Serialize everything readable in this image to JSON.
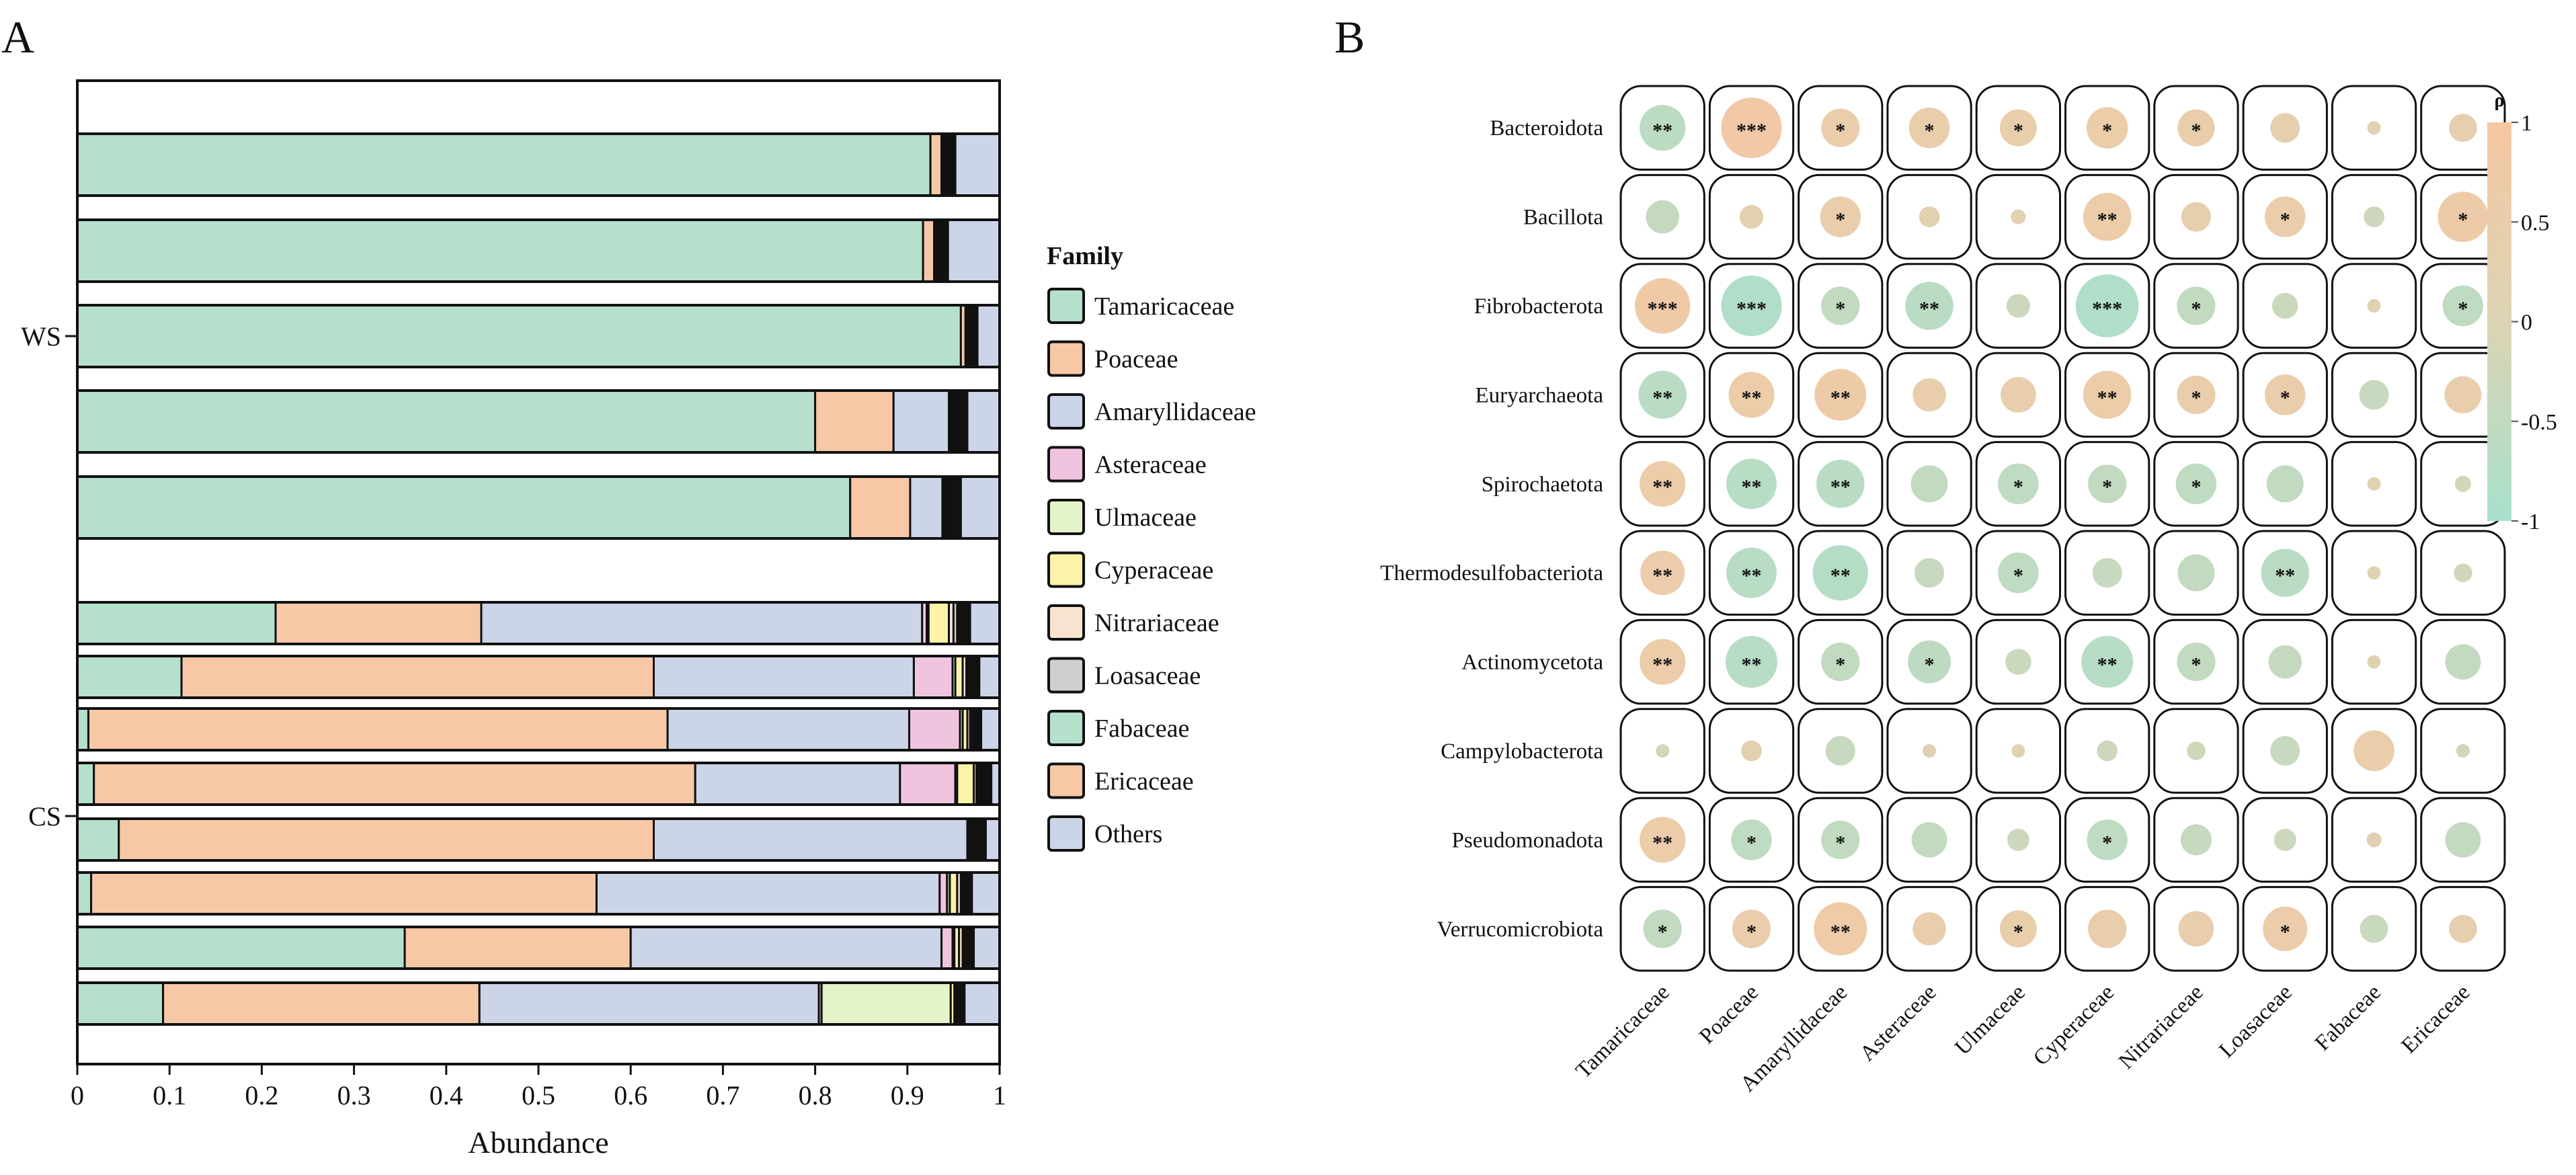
{
  "panels": {
    "a_letter": "A",
    "b_letter": "B"
  },
  "chart_data": [
    {
      "type": "bar",
      "orientation": "horizontal",
      "stacked": true,
      "title": "",
      "xlabel": "Abundance",
      "ylabel": "",
      "xlim": [
        0,
        1
      ],
      "x_ticks": [
        "0",
        "0.1",
        "0.2",
        "0.3",
        "0.4",
        "0.5",
        "0.6",
        "0.7",
        "0.8",
        "0.9",
        "1"
      ],
      "group_labels": [
        "WS",
        "CS"
      ],
      "group_sizes": [
        5,
        8
      ],
      "legend_title": "Family",
      "legend_position": "right",
      "series": [
        {
          "name": "Tamaricaceae",
          "color": "#b5e0cc",
          "values": [
            0.925,
            0.917,
            0.958,
            0.8,
            0.838,
            0.215,
            0.113,
            0.012,
            0.018,
            0.045,
            0.015,
            0.355,
            0.093
          ]
        },
        {
          "name": "Poaceae",
          "color": "#f8c8a6",
          "values": [
            0.012,
            0.012,
            0.005,
            0.085,
            0.065,
            0.223,
            0.512,
            0.628,
            0.652,
            0.58,
            0.548,
            0.245,
            0.343
          ]
        },
        {
          "name": "Amaryllidaceae",
          "color": "#ccd5e8",
          "values": [
            0.002,
            0.002,
            0.001,
            0.06,
            0.035,
            0.478,
            0.282,
            0.262,
            0.222,
            0.34,
            0.372,
            0.337,
            0.368
          ]
        },
        {
          "name": "Asteraceae",
          "color": "#f0c4df",
          "values": [
            0.001,
            0.001,
            0.001,
            0.001,
            0.001,
            0.005,
            0.042,
            0.055,
            0.06,
            0.0,
            0.008,
            0.012,
            0.003
          ]
        },
        {
          "name": "Ulmaceae",
          "color": "#e5f4c8",
          "values": [
            0.001,
            0.001,
            0.001,
            0.001,
            0.001,
            0.002,
            0.003,
            0.003,
            0.002,
            0.0,
            0.003,
            0.002,
            0.14
          ]
        },
        {
          "name": "Cyperaceae",
          "color": "#fbf3a8",
          "values": [
            0.001,
            0.001,
            0.001,
            0.001,
            0.001,
            0.022,
            0.008,
            0.005,
            0.018,
            0.0,
            0.008,
            0.005,
            0.004
          ]
        },
        {
          "name": "Nitrariaceae",
          "color": "#f7e3cf",
          "values": [
            0.002,
            0.002,
            0.001,
            0.002,
            0.002,
            0.005,
            0.004,
            0.003,
            0.003,
            0.0,
            0.004,
            0.004,
            0.002
          ]
        },
        {
          "name": "Loasaceae",
          "color": "#cfcfcf",
          "values": [
            0.001,
            0.001,
            0.001,
            0.001,
            0.001,
            0.004,
            0.002,
            0.002,
            0.002,
            0.0,
            0.002,
            0.002,
            0.001
          ]
        },
        {
          "name": "Fabaceae",
          "color": "#b5e0cc",
          "values": [
            0.001,
            0.001,
            0.001,
            0.001,
            0.001,
            0.002,
            0.002,
            0.002,
            0.002,
            0.0,
            0.002,
            0.002,
            0.001
          ]
        },
        {
          "name": "Ericaceae",
          "color": "#f8c8a6",
          "values": [
            0.001,
            0.001,
            0.001,
            0.001,
            0.001,
            0.002,
            0.002,
            0.002,
            0.002,
            0.0,
            0.002,
            0.002,
            0.001
          ]
        },
        {
          "name": "Others",
          "color": "#ccd5e8",
          "values": [
            0.053,
            0.061,
            0.029,
            0.048,
            0.054,
            0.042,
            0.03,
            0.026,
            0.019,
            0.035,
            0.036,
            0.034,
            0.044
          ]
        }
      ],
      "dark_segments": [
        0.005,
        0.005,
        0.005,
        0.012,
        0.012,
        0.01,
        0.008,
        0.006,
        0.01,
        0.02,
        0.006,
        0.006,
        0.006
      ]
    },
    {
      "type": "heatmap",
      "style": "bubble",
      "title": "",
      "rows": [
        "Bacteroidota",
        "Bacillota",
        "Fibrobacterota",
        "Euryarchaeota",
        "Spirochaetota",
        "Thermodesulfobacteriota",
        "Actinomycetota",
        "Campylobacterota",
        "Pseudomonadota",
        "Verrucomicrobiota"
      ],
      "columns": [
        "Tamaricaceae",
        "Poaceae",
        "Amaryllidaceae",
        "Asteraceae",
        "Ulmaceae",
        "Cyperaceae",
        "Nitrariaceae",
        "Loasaceae",
        "Fabaceae",
        "Ericaceae"
      ],
      "values": [
        [
          -0.62,
          0.82,
          0.52,
          0.55,
          0.5,
          0.56,
          0.5,
          0.4,
          0.1,
          0.38
        ],
        [
          -0.45,
          0.32,
          0.55,
          0.28,
          0.2,
          0.65,
          0.4,
          0.55,
          -0.28,
          0.68
        ],
        [
          0.75,
          -0.82,
          -0.52,
          -0.65,
          -0.32,
          -0.85,
          -0.52,
          -0.35,
          0.15,
          -0.55
        ],
        [
          -0.65,
          0.62,
          0.7,
          0.45,
          0.48,
          0.65,
          0.52,
          0.55,
          -0.4,
          0.5
        ],
        [
          0.62,
          -0.68,
          -0.65,
          -0.5,
          -0.55,
          -0.52,
          -0.55,
          -0.5,
          0.18,
          -0.22
        ],
        [
          0.6,
          -0.68,
          -0.75,
          -0.4,
          -0.55,
          -0.4,
          -0.5,
          -0.65,
          0.18,
          -0.25
        ],
        [
          0.62,
          -0.7,
          -0.52,
          -0.58,
          -0.35,
          -0.7,
          -0.52,
          -0.45,
          0.15,
          -0.48
        ],
        [
          -0.18,
          0.28,
          -0.4,
          0.12,
          0.15,
          -0.28,
          -0.25,
          -0.4,
          0.55,
          -0.18
        ],
        [
          0.62,
          -0.55,
          -0.52,
          -0.48,
          -0.3,
          -0.55,
          -0.42,
          -0.3,
          0.2,
          -0.48
        ],
        [
          -0.52,
          0.52,
          0.72,
          0.45,
          0.5,
          0.52,
          0.48,
          0.6,
          -0.38,
          0.38
        ]
      ],
      "stars": [
        [
          "**",
          "***",
          "*",
          "*",
          "*",
          "*",
          "*",
          "",
          "",
          ""
        ],
        [
          "",
          "",
          "*",
          "",
          "",
          "**",
          "",
          "*",
          "",
          "*"
        ],
        [
          "***",
          "***",
          "*",
          "**",
          "",
          "***",
          "*",
          "",
          "",
          "*"
        ],
        [
          "**",
          "**",
          "**",
          "",
          "",
          "**",
          "*",
          "*",
          "",
          ""
        ],
        [
          "**",
          "**",
          "**",
          "",
          "*",
          "*",
          "*",
          "",
          "",
          ""
        ],
        [
          "**",
          "**",
          "**",
          "",
          "*",
          "",
          "",
          "**",
          "",
          ""
        ],
        [
          "**",
          "**",
          "*",
          "*",
          "",
          "**",
          "*",
          "",
          "",
          ""
        ],
        [
          "",
          "",
          "",
          "",
          "",
          "",
          "",
          "",
          "",
          ""
        ],
        [
          "**",
          "*",
          "*",
          "",
          "",
          "*",
          "",
          "",
          "",
          ""
        ],
        [
          "*",
          "*",
          "**",
          "",
          "*",
          "",
          "",
          "*",
          "",
          ""
        ]
      ],
      "colorbar": {
        "title": "ρ",
        "ticks": [
          "1",
          "0.5",
          "0",
          "-0.5",
          "-1"
        ],
        "tick_values": [
          1,
          0.5,
          0,
          -0.5,
          -1
        ],
        "range": [
          -1,
          1
        ],
        "color_high": "#f6c7a3",
        "color_mid": "#dcd4b4",
        "color_low": "#a8e0cc"
      }
    }
  ]
}
